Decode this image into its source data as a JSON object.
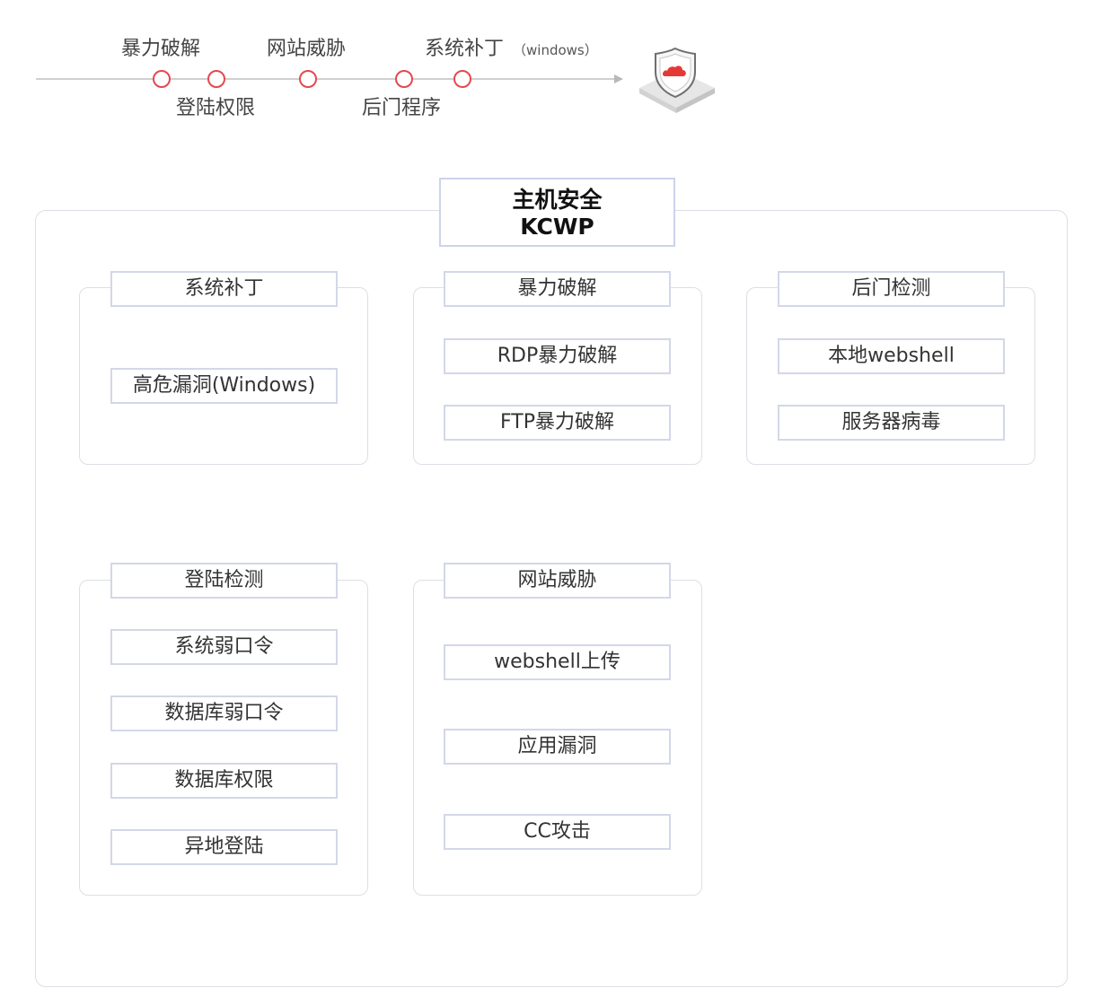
{
  "timeline": {
    "top_labels": [
      "暴力破解",
      "网站威胁",
      "系统补丁"
    ],
    "top_sublabel": "（windows）",
    "bottom_labels": [
      "登陆权限",
      "后门程序"
    ],
    "endpoint_icon": "cloud-shield-icon",
    "node_color": "#e5484d"
  },
  "main": {
    "title_line1": "主机安全",
    "title_line2": "KCWP",
    "groups": [
      {
        "header": "系统补丁",
        "items": [
          "高危漏洞(Windows)"
        ]
      },
      {
        "header": "暴力破解",
        "items": [
          "RDP暴力破解",
          "FTP暴力破解"
        ]
      },
      {
        "header": "后门检测",
        "items": [
          "本地webshell",
          "服务器病毒"
        ]
      },
      {
        "header": "登陆检测",
        "items": [
          "系统弱口令",
          "数据库弱口令",
          "数据库权限",
          "异地登陆"
        ]
      },
      {
        "header": "网站威胁",
        "items": [
          "webshell上传",
          "应用漏洞",
          "CC攻击"
        ]
      }
    ]
  }
}
